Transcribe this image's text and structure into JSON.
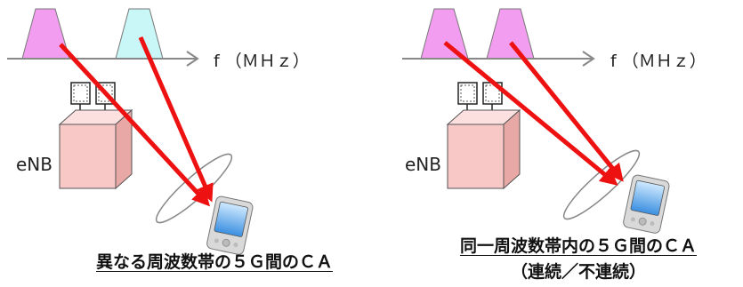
{
  "panels": [
    {
      "axis_label": "f （ＭＨｚ）",
      "station_label": "eNB",
      "caption": "異なる周波数帯の５Ｇ間のＣＡ",
      "caption_sub": "",
      "carriers": [
        {
          "color": "#f39df0"
        },
        {
          "color": "#c9f6f6"
        }
      ]
    },
    {
      "axis_label": "f （ＭＨｚ）",
      "station_label": "eNB",
      "caption": "同一周波数帯内の５Ｇ間のＣＡ",
      "caption_sub": "（連続／不連続）",
      "carriers": [
        {
          "color": "#f39df0"
        },
        {
          "color": "#f39df0"
        }
      ]
    }
  ],
  "colors": {
    "arrow": "#ee1111",
    "enb_box": "#f7c8c6",
    "axis": "#888888"
  }
}
